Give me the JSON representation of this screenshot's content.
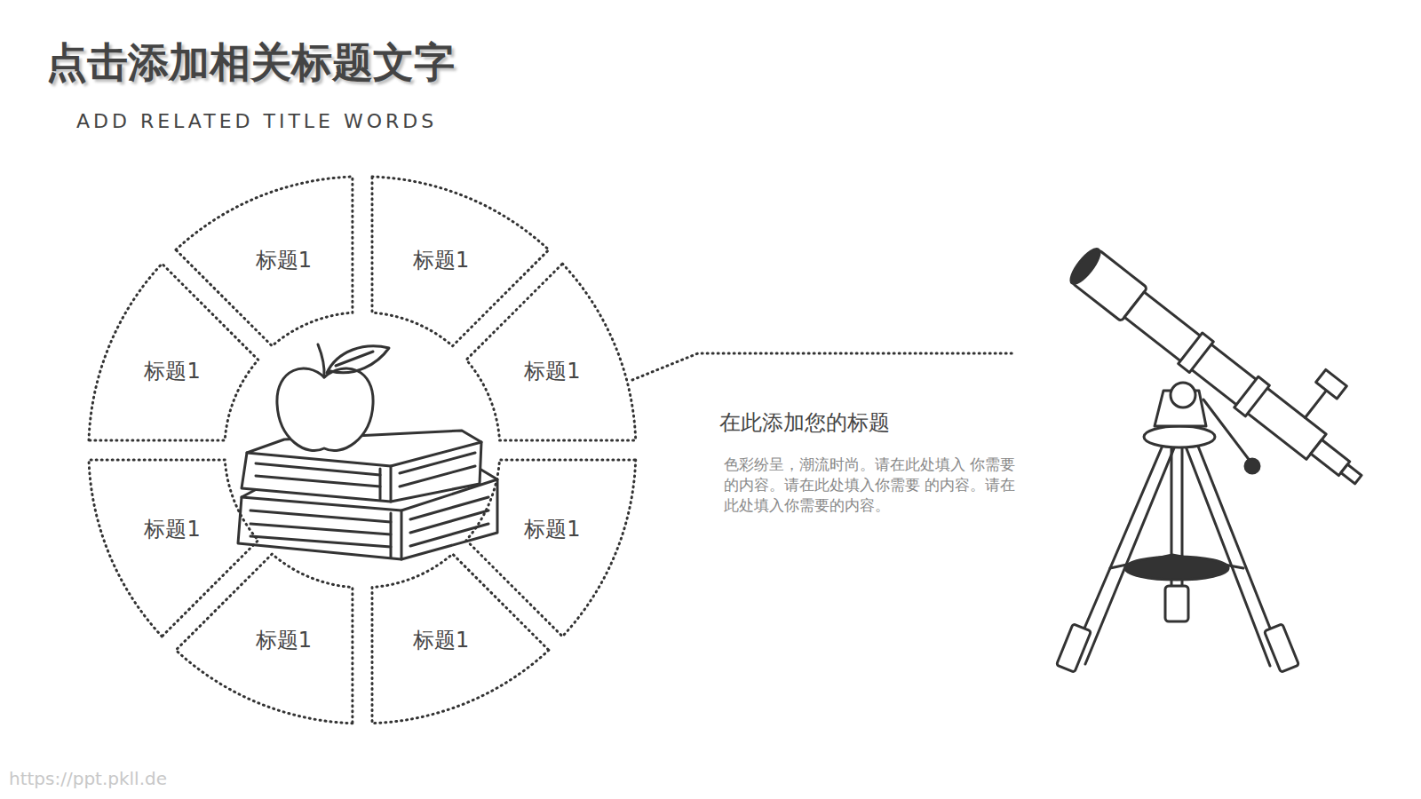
{
  "diagram": {
    "title": "点击添加相关标题文字",
    "nodes": [
      {
        "text": [
          "标题1"
        ]
      },
      {
        "text": [
          "标题1"
        ]
      },
      {
        "text": [
          "标题1"
        ]
      },
      {
        "text": [
          "标题1"
        ]
      },
      {
        "text": [
          "标题1"
        ]
      },
      {
        "text": [
          "标题1"
        ]
      },
      {
        "text": [
          "标题1"
        ]
      },
      {
        "text": [
          "标题1"
        ]
      }
    ],
    "labels": [
      "ADD RELATED TITLE WORDS",
      "在此添加您的标题",
      "色彩纷呈，潮流时尚。请在此处填入 你需要的内容。请在此处填入你需要 的内容。请在此处填入你需要的内容。",
      "https://ppt.pkll.de"
    ]
  }
}
